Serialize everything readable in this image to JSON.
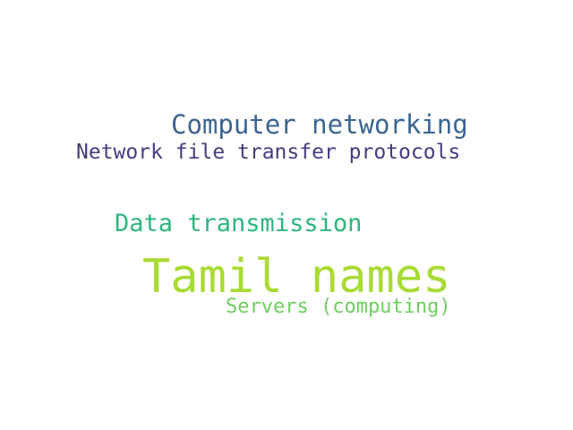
{
  "word_cloud": {
    "words": [
      {
        "text": "Computer networking",
        "color": "#3b6590"
      },
      {
        "text": "Network file transfer protocols",
        "color": "#463c7e"
      },
      {
        "text": "Data transmission",
        "color": "#2eb57e"
      },
      {
        "text": "Tamil names",
        "color": "#a8db34"
      },
      {
        "text": "Servers (computing)",
        "color": "#6fcd60"
      }
    ]
  }
}
